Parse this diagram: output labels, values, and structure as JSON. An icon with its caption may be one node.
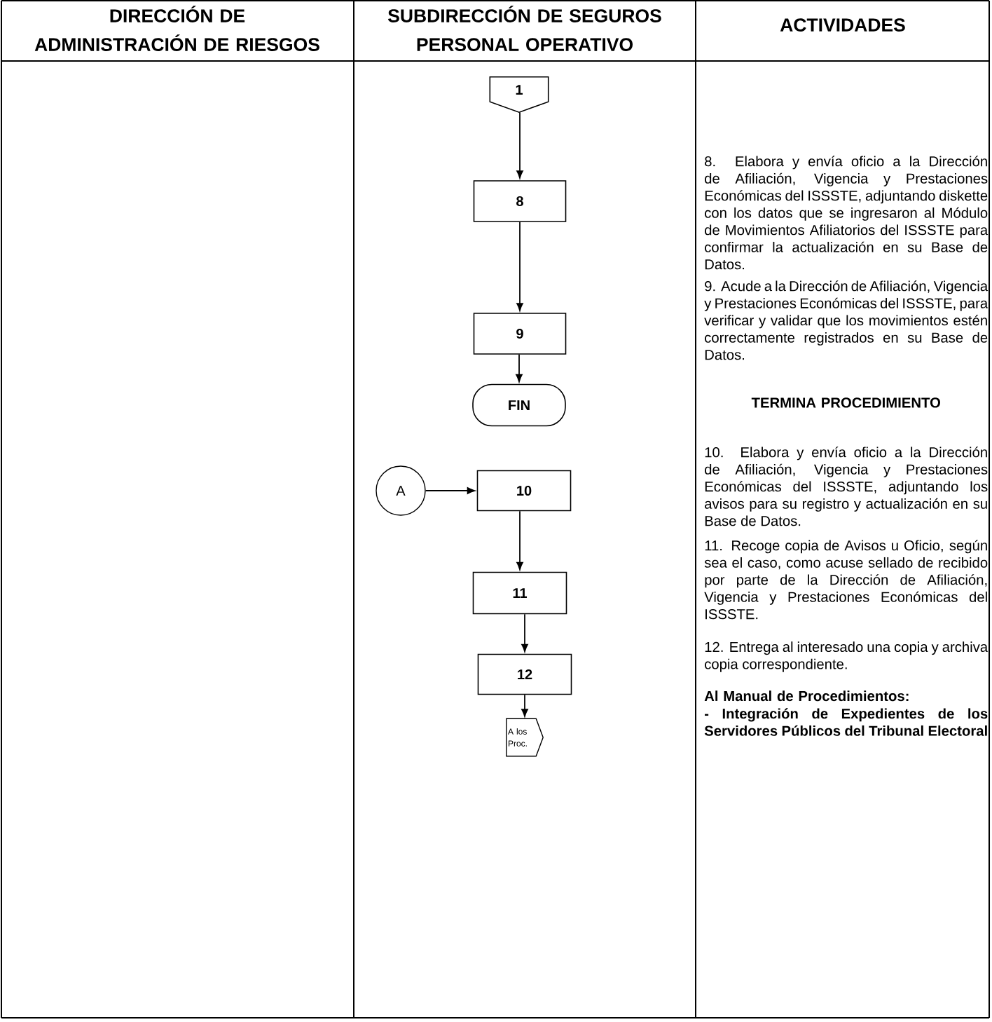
{
  "diagram": {
    "nodes": [
      {
        "text": [
          "1"
        ]
      },
      {
        "text": [
          "8"
        ]
      },
      {
        "text": [
          "9"
        ]
      },
      {
        "text": [
          "FIN"
        ]
      },
      {
        "text": [
          "A"
        ]
      },
      {
        "text": [
          "10"
        ]
      },
      {
        "text": [
          "11"
        ]
      },
      {
        "text": [
          "12"
        ]
      },
      {
        "text": [
          "A los Proc."
        ]
      }
    ],
    "edges": [
      {
        "from": 0,
        "to": 1,
        "arrow": "to"
      },
      {
        "from": 1,
        "to": 2,
        "arrow": "to"
      },
      {
        "from": 2,
        "to": 3,
        "arrow": "to"
      },
      {
        "from": 4,
        "to": 5,
        "arrow": "to"
      },
      {
        "from": 5,
        "to": 6,
        "arrow": "to"
      },
      {
        "from": 6,
        "to": 7,
        "arrow": "to"
      },
      {
        "from": 7,
        "to": 8,
        "arrow": "to"
      }
    ],
    "labels": [
      "DIRECCIÓN DE ADMINISTRACIÓN DE RIESGOS",
      "SUBDIRECCIÓN DE SEGUROS PERSONAL OPERATIVO",
      "ACTIVIDADES",
      "8. Elabora y envía oficio a la Dirección de Afiliación, Vigencia y Prestaciones Económicas del ISSSTE, adjuntando diskette con los datos que se ingresaron al Módulo de Movimientos Afiliatorios del ISSSTE para confirmar la actualización en su Base de Datos.",
      "9. Acude a la Dirección de Afiliación, Vigencia y Prestaciones Económicas del ISSSTE, para verificar y validar que los movimientos estén correctamente registrados en su Base de Datos.",
      "TERMINA PROCEDIMIENTO",
      "10. Elabora y envía oficio a la Dirección de Afiliación, Vigencia y Prestaciones Económicas del ISSSTE, adjuntando los avisos para su registro y actualización en su Base de Datos.",
      "11. Recoge copia de Avisos u Oficio, según sea el caso, como acuse sellado de recibido por parte de la Dirección de Afiliación, Vigencia y Prestaciones Económicas del ISSSTE.",
      "12. Entrega al interesado una copia y archiva copia correspondiente.",
      "Al Manual de Procedimientos:",
      "- Integración de Expedientes de los Servidores Públicos del Tribunal Electoral"
    ]
  }
}
